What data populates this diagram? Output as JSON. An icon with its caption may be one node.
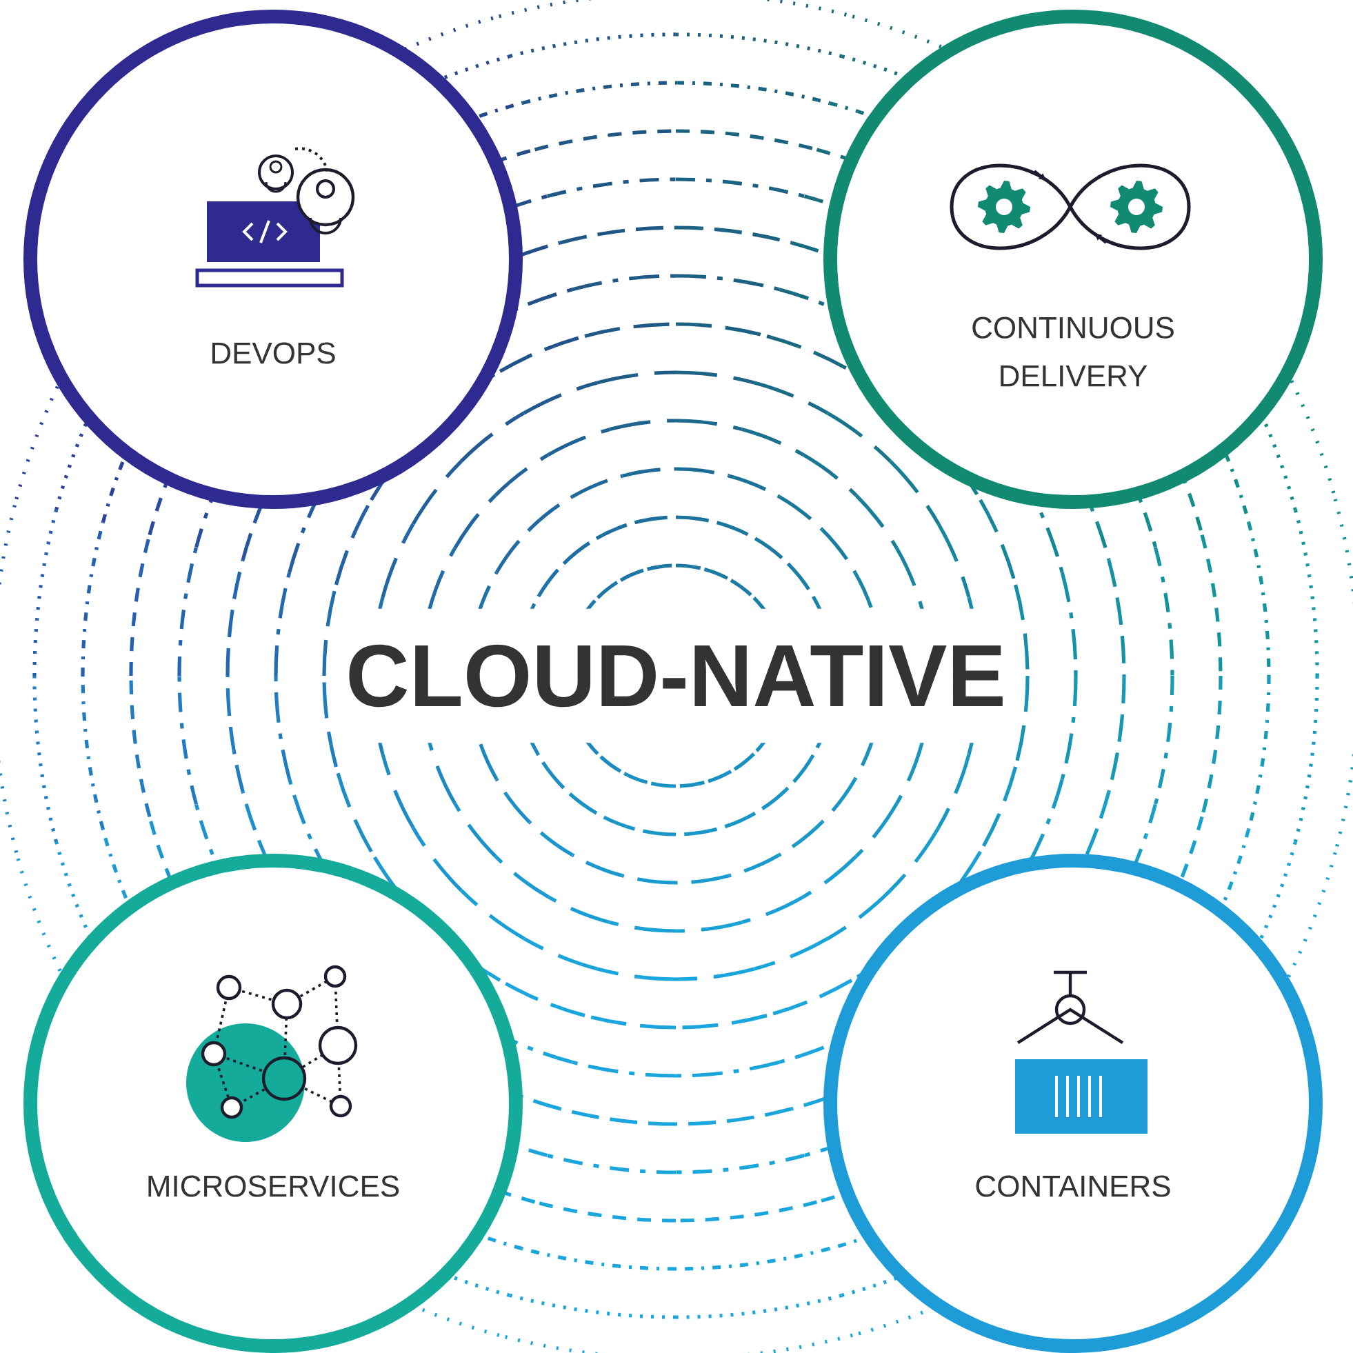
{
  "diagram": {
    "nodes": [
      {
        "text": [
          "CLOUD-NATIVE"
        ]
      },
      {
        "text": [
          "DEVOPS"
        ]
      },
      {
        "text": [
          "CONTINUOUS DELIVERY"
        ]
      },
      {
        "text": [
          "MICROSERVICES"
        ]
      },
      {
        "text": [
          "CONTAINERS"
        ]
      }
    ]
  }
}
